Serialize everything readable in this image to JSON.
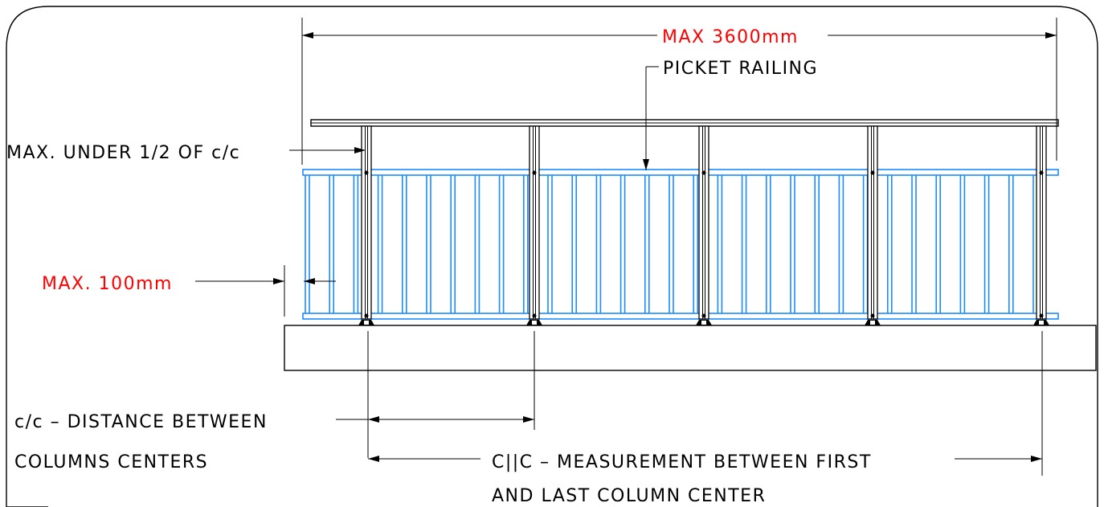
{
  "colors": {
    "annotation_red": "#ff0000",
    "railing_blue": "#1a8cff",
    "line_black": "#000000"
  },
  "labels": {
    "max_span": "MAX 3600mm",
    "picket_railing": "PICKET RAILING",
    "max_under_half": "MAX. UNDER 1/2 OF c/c",
    "max_gap": "MAX. 100mm",
    "cc_line1": "c/c – DISTANCE BETWEEN",
    "cc_line2": "COLUMNS CENTERS",
    "cllc_line1": "C||C – MEASUREMENT BETWEEN FIRST",
    "cllc_line2": "AND LAST COLUMN CENTER"
  },
  "icons": {
    "arrowhead": "arrowhead-icon",
    "column_base": "column-base-icon"
  }
}
